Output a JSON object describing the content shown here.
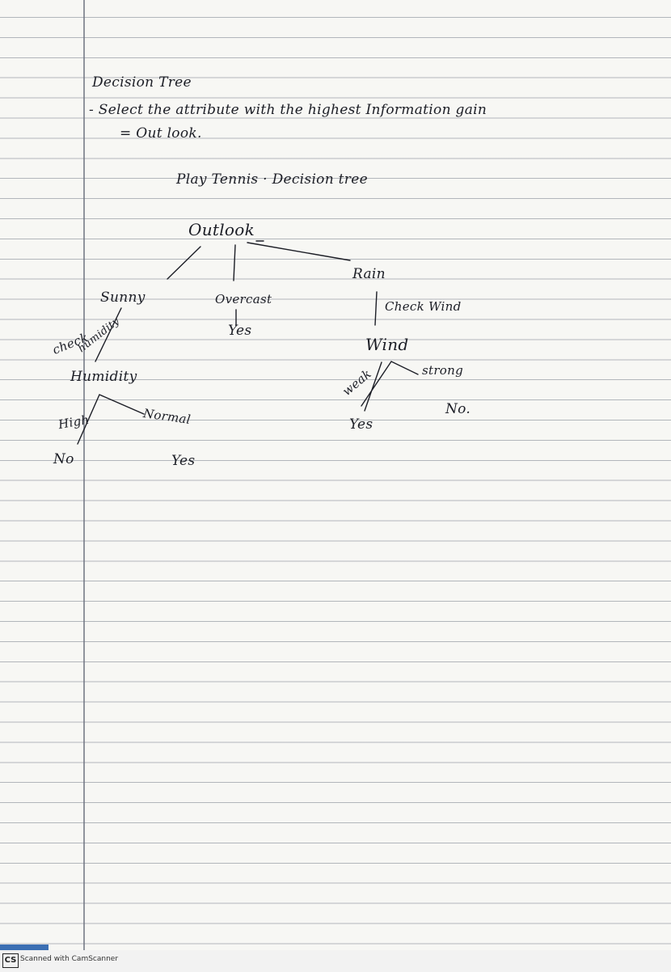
{
  "notes": {
    "heading": "Decision Tree",
    "line1": "- Select the attribute with the highest Information gain",
    "line2": "= Out look.",
    "tree_title": "Play Tennis · Decision tree"
  },
  "tree": {
    "root": "Outlook",
    "sunny": "Sunny",
    "overcast": "Overcast",
    "rain": "Rain",
    "overcast_leaf": "Yes",
    "check_humidity_1": "check",
    "check_humidity_2": "humidity",
    "check_wind": "Check Wind",
    "humidity": "Humidity",
    "wind": "Wind",
    "high": "High",
    "normal": "Normal",
    "weak": "weak",
    "strong": "strong",
    "high_leaf": "No",
    "normal_leaf": "Yes",
    "weak_leaf": "Yes",
    "strong_leaf": "No."
  },
  "footer": {
    "logo": "CS",
    "scanner": "Scanned with CamScanner"
  }
}
